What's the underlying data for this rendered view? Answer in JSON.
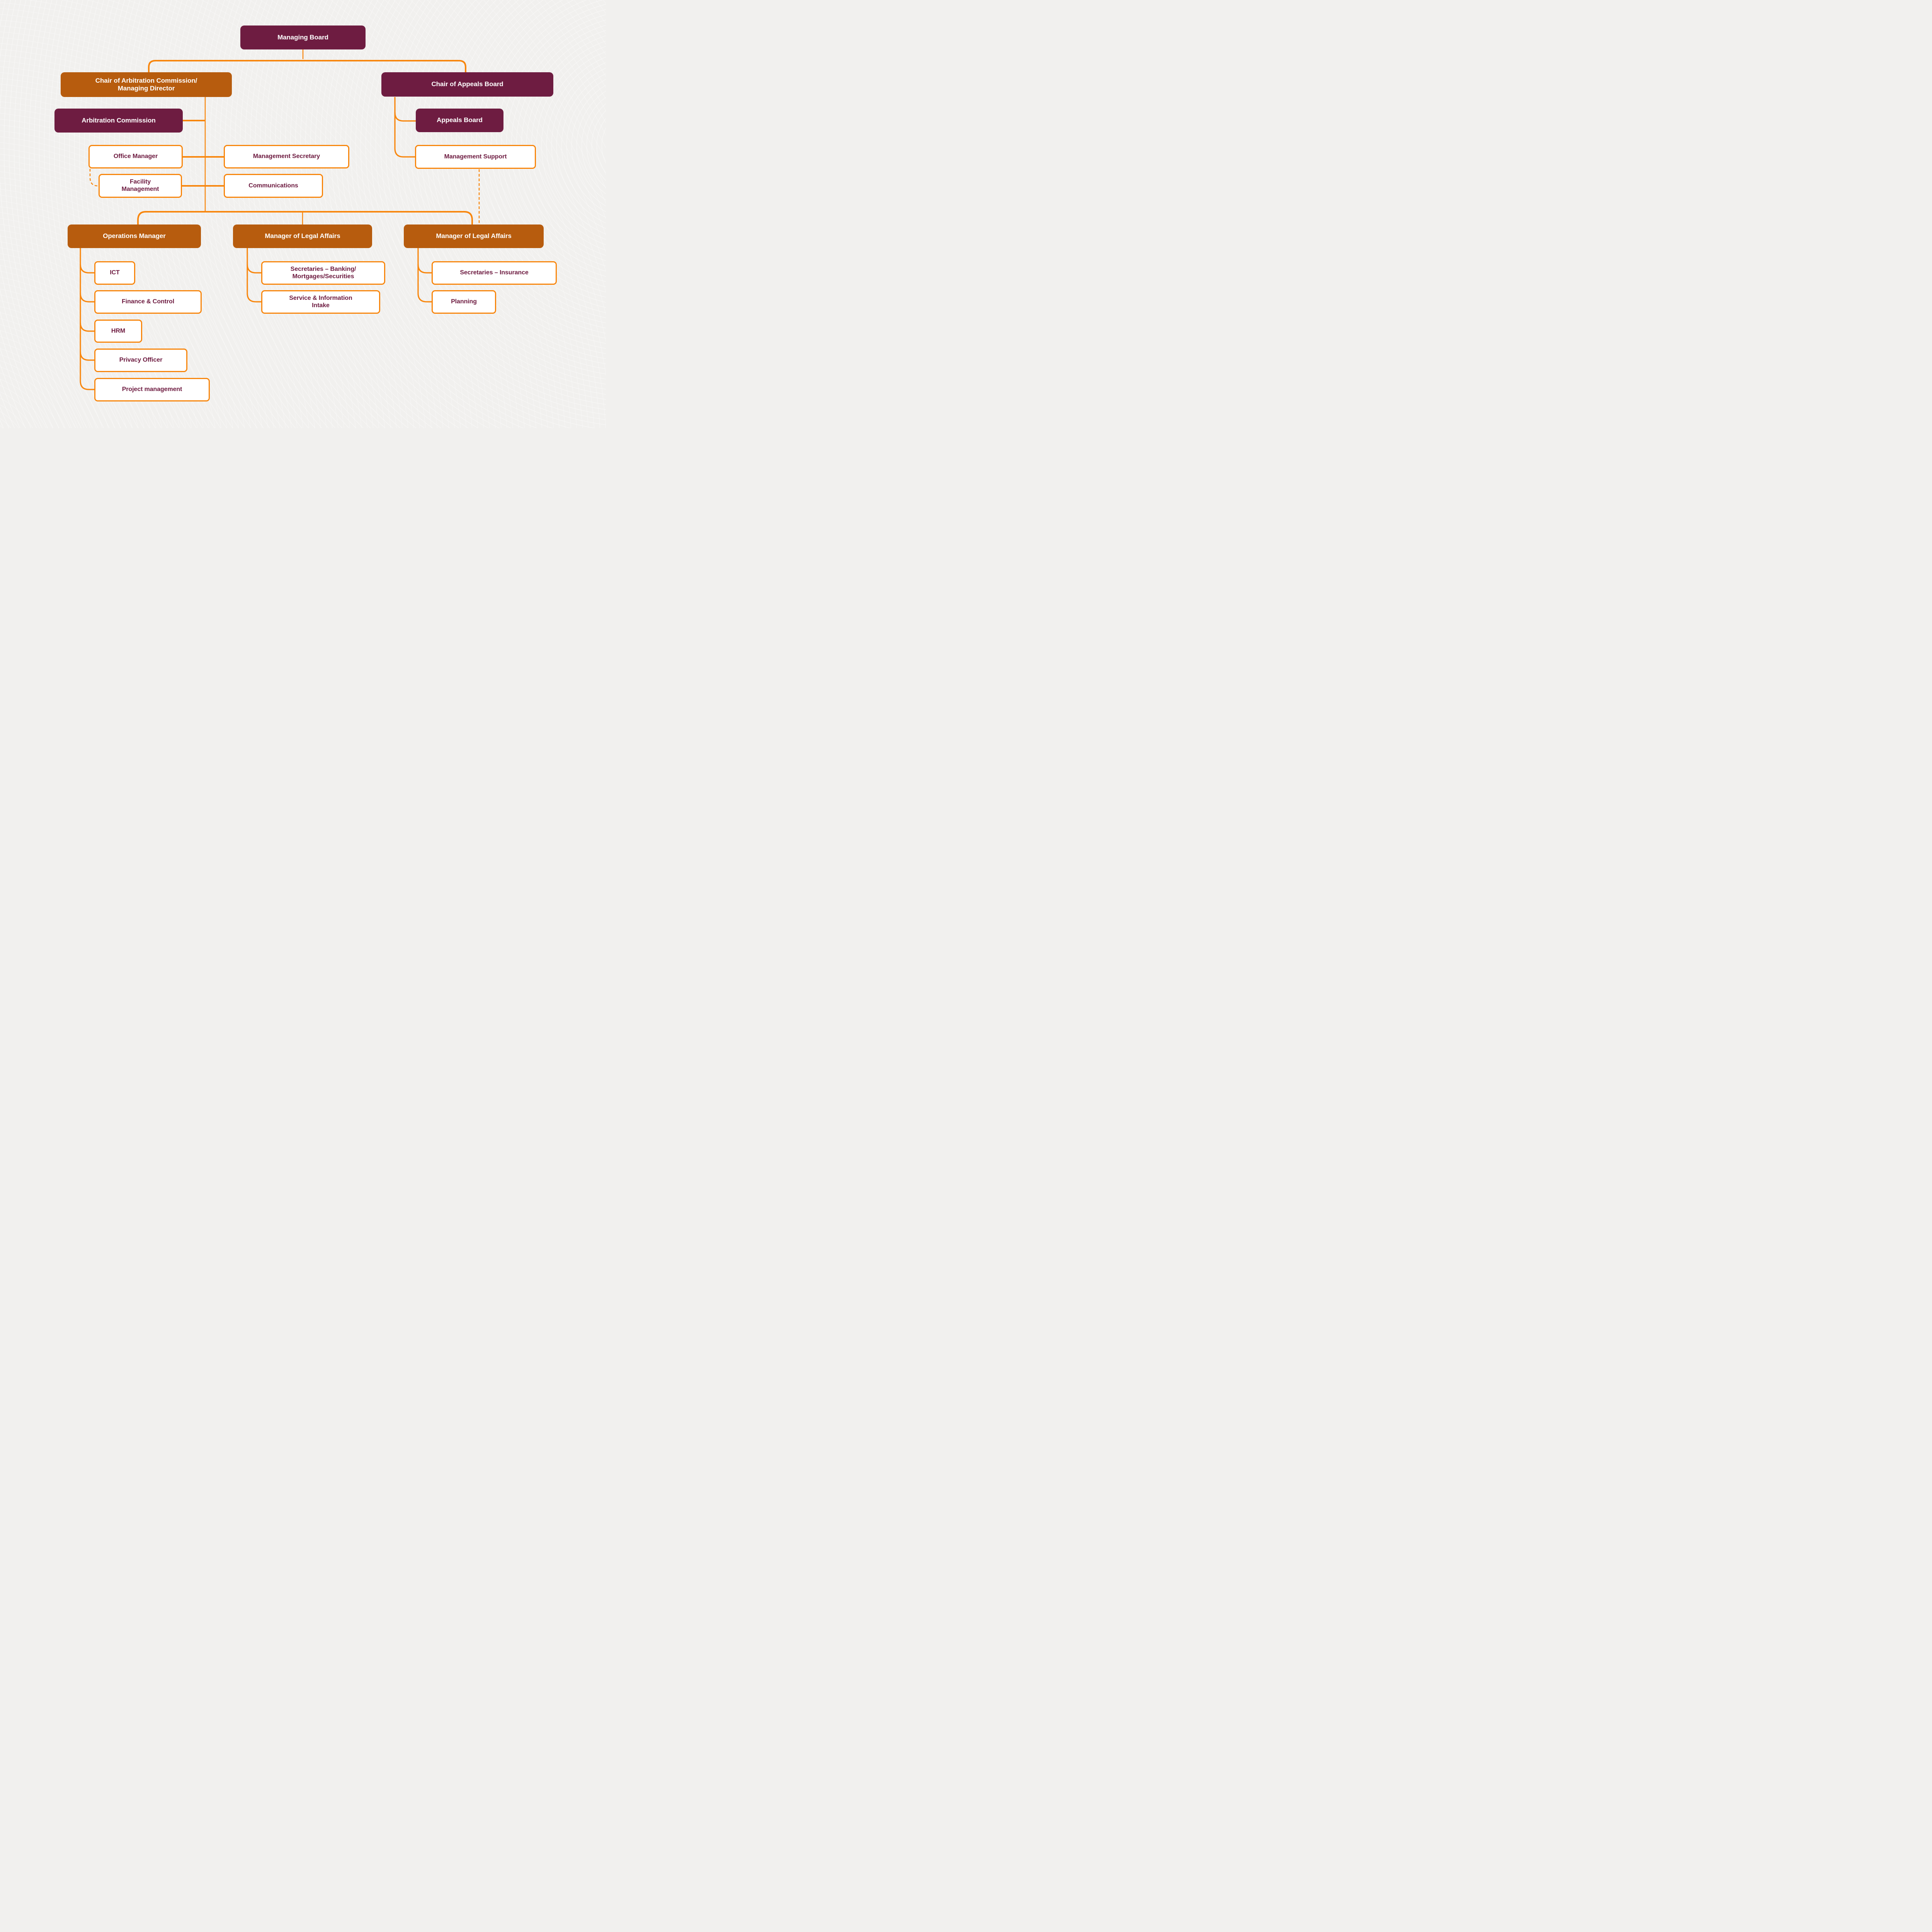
{
  "palette": {
    "maroon": "#6E1C41",
    "orange": "#B75C0E",
    "line": "#F8860D",
    "background": "#F1F0EE",
    "white_box_fill": "#FFFFFF",
    "white_box_text": "#6E1C41"
  },
  "nodes": {
    "managing_board": {
      "label": "Managing Board"
    },
    "chair_arbitration": {
      "label": "Chair of Arbitration Commission/\nManaging Director"
    },
    "chair_appeals": {
      "label": "Chair of Appeals Board"
    },
    "arbitration_commission": {
      "label": "Arbitration Commission"
    },
    "office_manager": {
      "label": "Office Manager"
    },
    "management_secretary": {
      "label": "Management Secretary"
    },
    "facility_management": {
      "label": "Facility\nManagement"
    },
    "communications": {
      "label": "Communications"
    },
    "appeals_board": {
      "label": "Appeals Board"
    },
    "management_support": {
      "label": "Management Support"
    },
    "operations_manager": {
      "label": "Operations Manager"
    },
    "manager_legal_affairs_1": {
      "label": "Manager of Legal Affairs"
    },
    "manager_legal_affairs_2": {
      "label": "Manager of Legal Affairs"
    },
    "ict": {
      "label": "ICT"
    },
    "finance_control": {
      "label": "Finance & Control"
    },
    "hrm": {
      "label": "HRM"
    },
    "privacy_officer": {
      "label": "Privacy Officer"
    },
    "project_management": {
      "label": "Project management"
    },
    "secretaries_banking": {
      "label": "Secretaries – Banking/\nMortgages/Securities"
    },
    "service_information_intake": {
      "label": "Service & Information\nIntake"
    },
    "secretaries_insurance": {
      "label": "Secretaries – Insurance"
    },
    "planning": {
      "label": "Planning"
    }
  },
  "connectors": {
    "solid_color": "#F8860D",
    "dashed_links": [
      "office_manager to facility_management",
      "management_support to manager_legal_affairs_2"
    ]
  }
}
